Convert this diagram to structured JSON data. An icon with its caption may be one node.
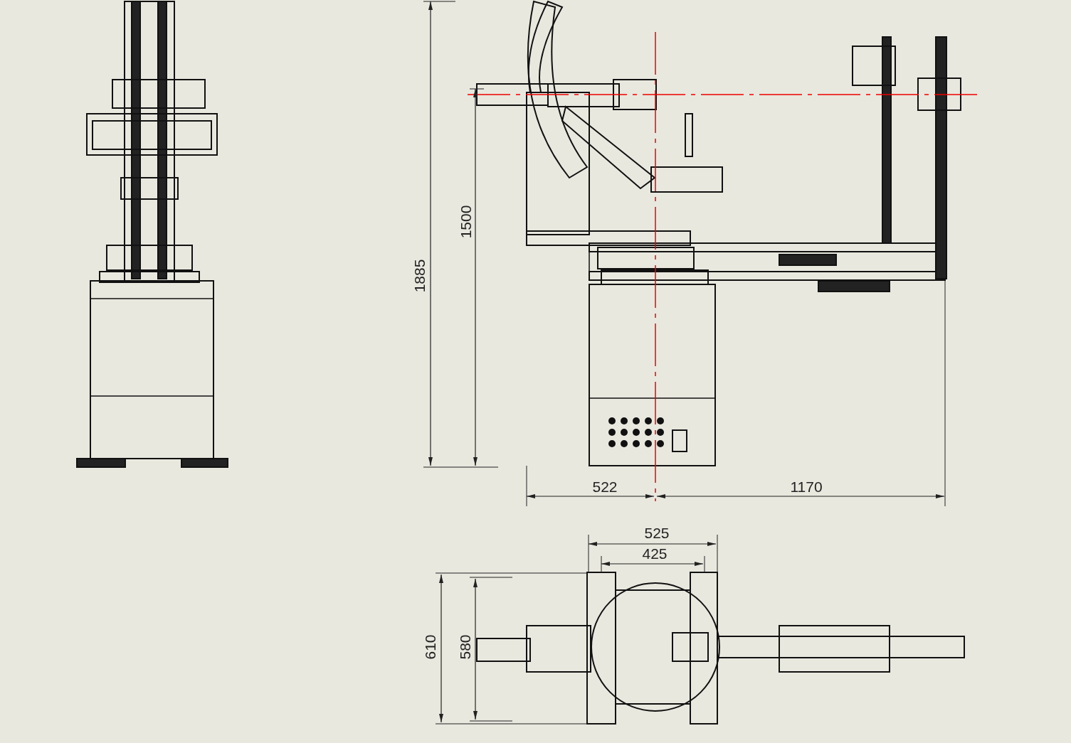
{
  "diagram": {
    "labels": [
      "1500",
      "1885",
      "522",
      "1170",
      "525",
      "425",
      "610",
      "580"
    ]
  }
}
